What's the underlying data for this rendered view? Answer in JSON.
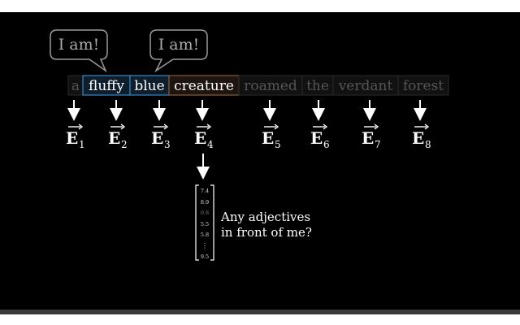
{
  "tokens": [
    {
      "text": "a",
      "state": "dim"
    },
    {
      "text": "fluffy",
      "state": "adjective"
    },
    {
      "text": "blue",
      "state": "adjective"
    },
    {
      "text": "creature",
      "state": "noun"
    },
    {
      "text": "roamed",
      "state": "dim"
    },
    {
      "text": "the",
      "state": "dim"
    },
    {
      "text": "verdant",
      "state": "dim"
    },
    {
      "text": "forest",
      "state": "dim"
    }
  ],
  "bubbles": [
    "I am!",
    "I am!"
  ],
  "embedding_symbol": "E",
  "embedding_subscripts": [
    "1",
    "2",
    "3",
    "4",
    "5",
    "6",
    "7",
    "8"
  ],
  "vector": [
    "7.4",
    "8.9",
    "0.8",
    "5.5",
    "5.8",
    "⋮",
    "9.5"
  ],
  "query_line_1": "Any adjectives",
  "query_line_2": "in front of me?",
  "colors": {
    "background": "#000000",
    "adjective_box": "#3b86bf",
    "noun_box": "#8a5a3c",
    "dim_box": "#2a2a2a",
    "dim_text": "#555555",
    "bright_text": "#ffffff"
  }
}
